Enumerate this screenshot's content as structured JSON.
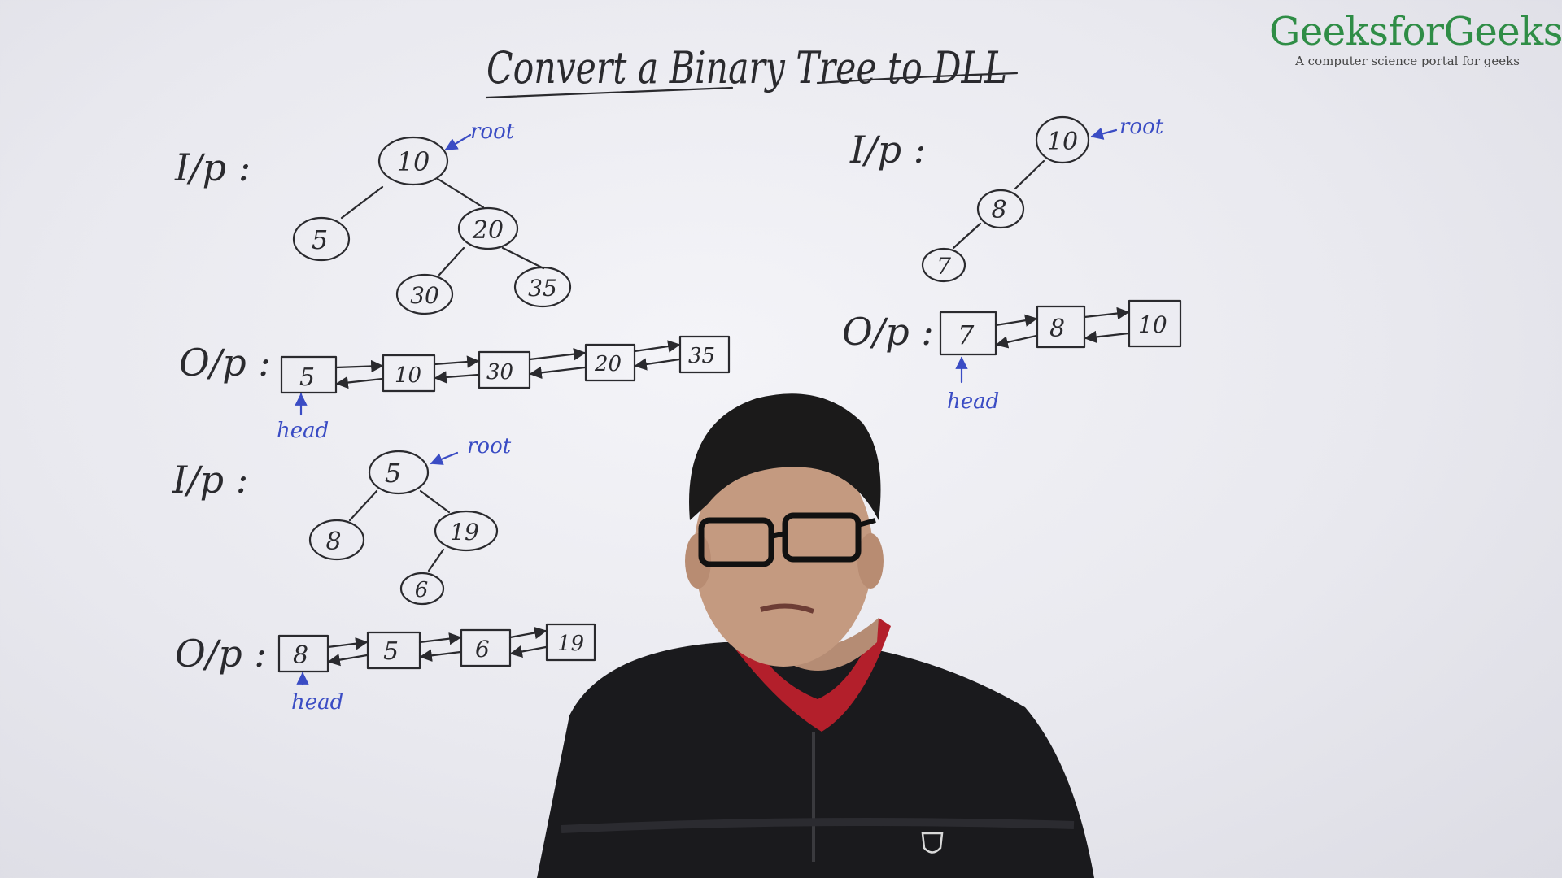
{
  "title": "Convert a Binary Tree to DLL",
  "brand": {
    "name": "GeeksforGeeks",
    "tagline": "A computer science portal for geeks"
  },
  "labels": {
    "input": "I/p :",
    "output": "O/p :",
    "root": "root",
    "head": "head"
  },
  "examples": [
    {
      "name": "example-1",
      "tree": {
        "nodes": [
          "10",
          "5",
          "20",
          "30",
          "35"
        ]
      },
      "dll": [
        "5",
        "10",
        "30",
        "20",
        "35"
      ]
    },
    {
      "name": "example-2",
      "tree": {
        "nodes": [
          "10",
          "8",
          "7"
        ]
      },
      "dll": [
        "7",
        "8",
        "10"
      ]
    },
    {
      "name": "example-3",
      "tree": {
        "nodes": [
          "5",
          "8",
          "19",
          "6"
        ]
      },
      "dll": [
        "8",
        "5",
        "6",
        "19"
      ]
    }
  ],
  "colors": {
    "ink": "#2a2a2e",
    "annotation": "#3a4cc4",
    "brand": "#2f8d46"
  },
  "icons": {
    "presenter": "person-silhouette",
    "pointer": "arrow-icon"
  }
}
